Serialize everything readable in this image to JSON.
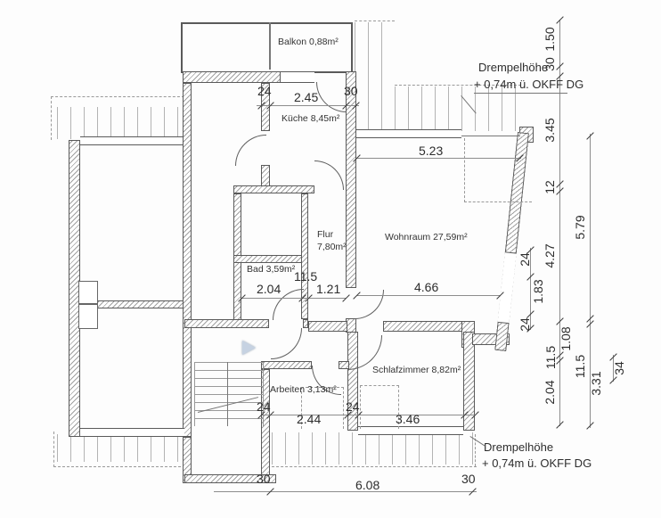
{
  "rooms": {
    "balkon": "Balkon 0,88m²",
    "kueche": "Küche 8,45m²",
    "flur_line1": "Flur",
    "flur_line2": "7,80m²",
    "wohnraum": "Wohnraum 27,59m²",
    "bad": "Bad 3,59m²",
    "arbeiten": "Arbeiten 3,13m²",
    "schlafzimmer": "Schlafzimmer 8,82m²"
  },
  "annotations": {
    "drempel_top_1": "Drempelhöhe",
    "drempel_top_2": "+ 0,74m ü. OKFF DG",
    "drempel_bottom_1": "Drempelhöhe",
    "drempel_bottom_2": "+ 0,74m ü. OKFF DG"
  },
  "dims": {
    "top_24": "24",
    "top_245": "2.45",
    "top_30": "30",
    "w_523": "5.23",
    "m_204": "2.04",
    "m_115": "11.5",
    "m_121": "1.21",
    "m_466": "4.66",
    "b_24l": "24",
    "b_244": "2.44",
    "b_24r": "24",
    "b_346": "3.46",
    "bt_30l": "30",
    "bt_608": "6.08",
    "bt_30r": "30",
    "r_24t": "24",
    "r_183": "1.83",
    "r_24b": "24",
    "c1_150": "1.50",
    "c1_30": "30",
    "c1_345": "3.45",
    "c1_12": "12",
    "c1_427": "4.27",
    "c1_108": "1.08",
    "c1_115": "11.5",
    "c1_204": "2.04",
    "c2_579": "5.79",
    "c2_115": "11.5",
    "c2_331": "3.31",
    "r_34": "34"
  }
}
